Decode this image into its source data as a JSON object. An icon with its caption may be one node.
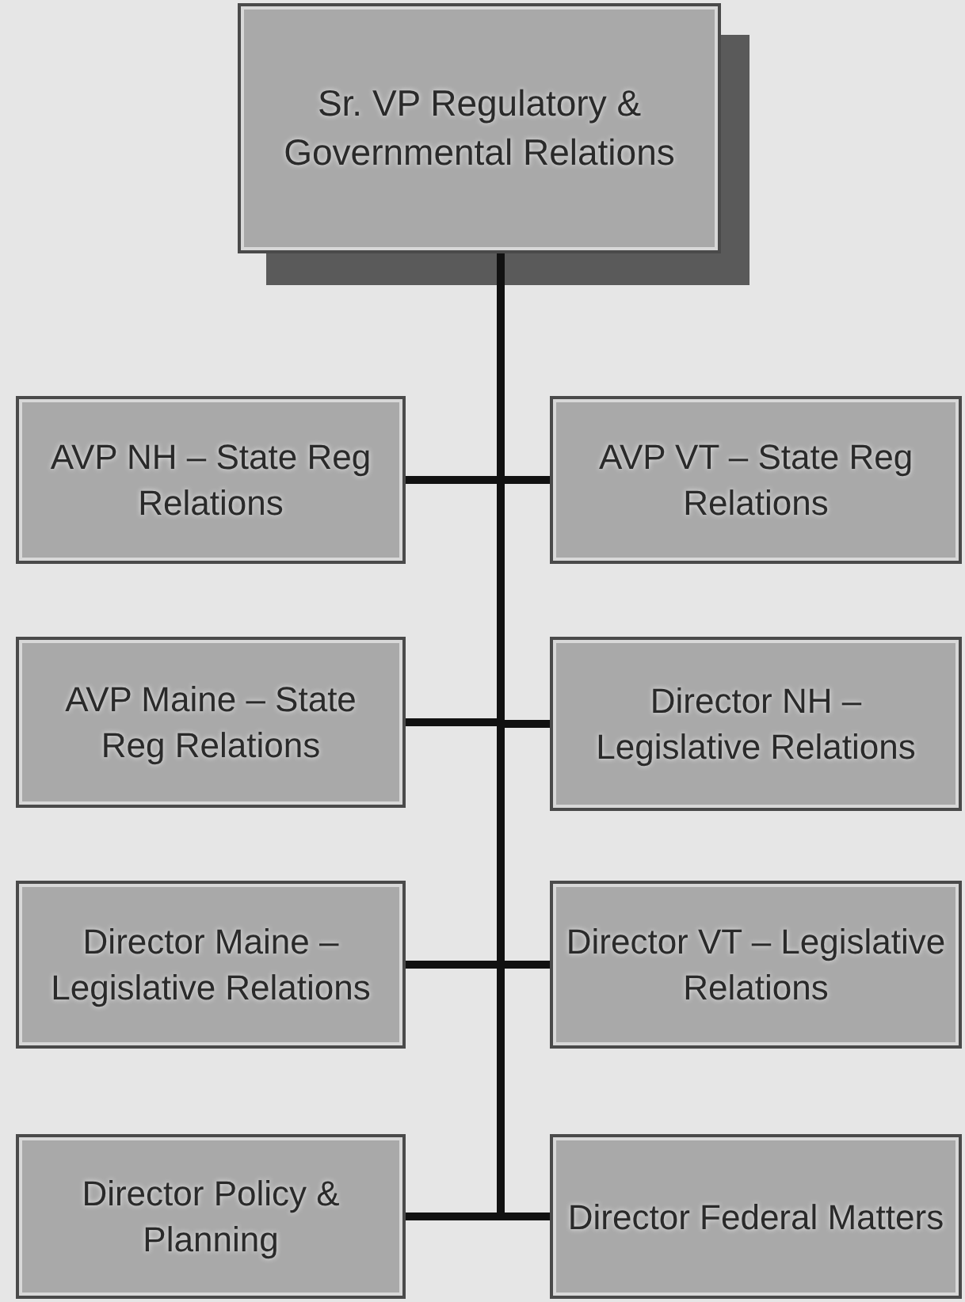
{
  "diagram": {
    "nodes": [
      {
        "text": [
          "Sr. VP Regulatory & Governmental Relations"
        ]
      },
      {
        "text": [
          "AVP NH – State Reg Relations"
        ]
      },
      {
        "text": [
          "AVP VT – State Reg Relations"
        ]
      },
      {
        "text": [
          "AVP Maine – State Reg Relations"
        ]
      },
      {
        "text": [
          "Director NH – Legislative Relations"
        ]
      },
      {
        "text": [
          "Director Maine – Legislative Relations"
        ]
      },
      {
        "text": [
          "Director VT – Legislative Relations"
        ]
      },
      {
        "text": [
          "Director Policy & Planning"
        ]
      },
      {
        "text": [
          "Director Federal Matters"
        ]
      }
    ],
    "edges": [
      {
        "from": 0,
        "to": 1,
        "arrow": "none"
      },
      {
        "from": 0,
        "to": 2,
        "arrow": "none"
      },
      {
        "from": 0,
        "to": 3,
        "arrow": "none"
      },
      {
        "from": 0,
        "to": 4,
        "arrow": "none"
      },
      {
        "from": 0,
        "to": 5,
        "arrow": "none"
      },
      {
        "from": 0,
        "to": 6,
        "arrow": "none"
      },
      {
        "from": 0,
        "to": 7,
        "arrow": "none"
      },
      {
        "from": 0,
        "to": 8,
        "arrow": "none"
      }
    ]
  }
}
